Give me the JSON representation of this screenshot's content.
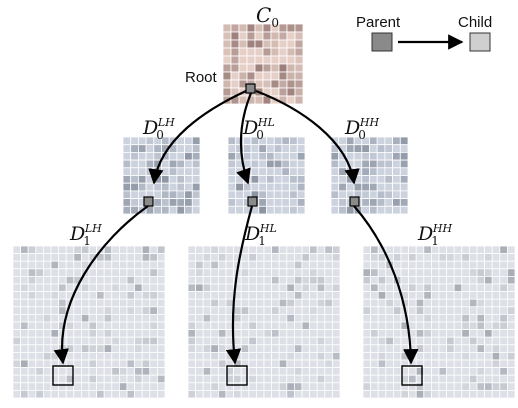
{
  "legend": {
    "parent_label": "Parent",
    "child_label": "Child",
    "parent_color": "#8a8a8a",
    "child_color": "#cfcfcf"
  },
  "root_label": "Root",
  "colors": {
    "c0_base": "#e6cfc6",
    "c0_dark": "#9c7f7a",
    "d0_base": "#ccd2de",
    "d0_dark": "#8b93a1",
    "d1_base": "#dde0e6",
    "d1_dark": "#a9adb6",
    "arrow": "#000000"
  },
  "nodes": [
    {
      "id": "c0",
      "main": "C",
      "sub": "0",
      "sup": ""
    },
    {
      "id": "d0lh",
      "main": "D",
      "sub": "0",
      "sup": "LH"
    },
    {
      "id": "d0hl",
      "main": "D",
      "sub": "0",
      "sup": "HL"
    },
    {
      "id": "d0hh",
      "main": "D",
      "sub": "0",
      "sup": "HH"
    },
    {
      "id": "d1lh",
      "main": "D",
      "sub": "1",
      "sup": "LH"
    },
    {
      "id": "d1hl",
      "main": "D",
      "sub": "1",
      "sup": "HL"
    },
    {
      "id": "d1hh",
      "main": "D",
      "sub": "1",
      "sup": "HH"
    }
  ]
}
